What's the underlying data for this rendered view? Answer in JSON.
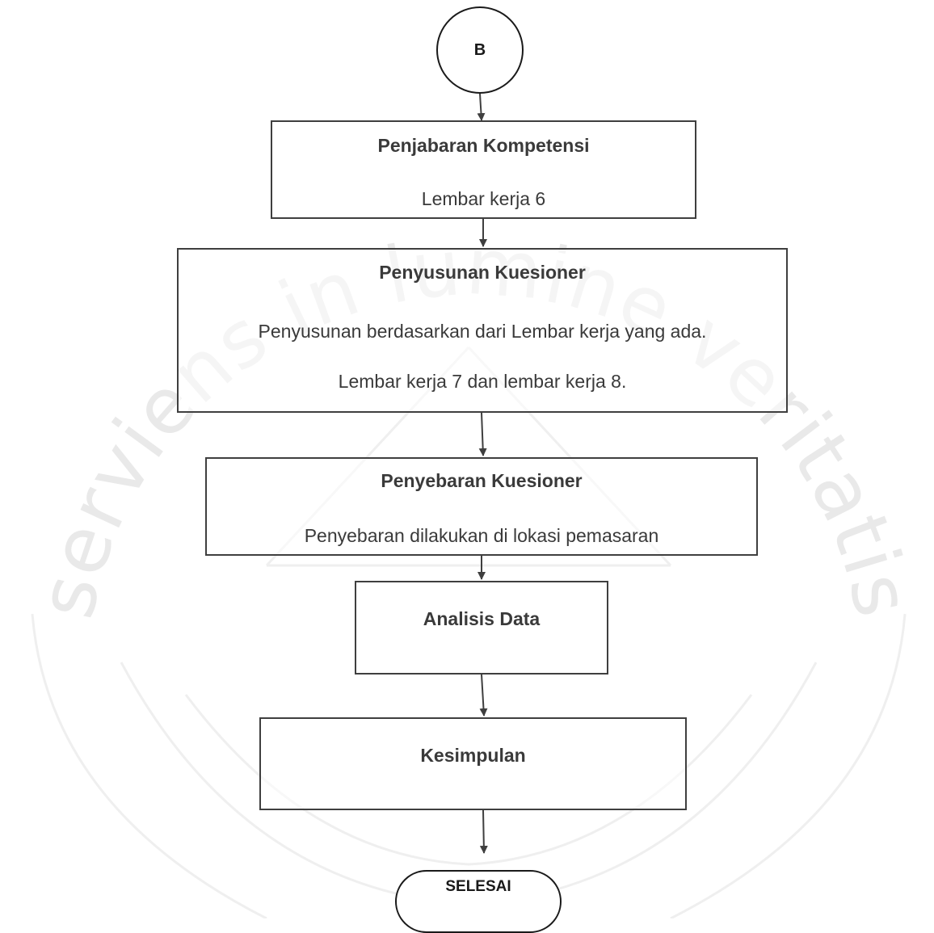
{
  "flowchart": {
    "start_connector": {
      "label": "B"
    },
    "steps": [
      {
        "title": "Penjabaran Kompetensi",
        "lines": [
          "Lembar kerja 6"
        ]
      },
      {
        "title": "Penyusunan Kuesioner",
        "lines": [
          "Penyusunan berdasarkan dari Lembar kerja yang ada.",
          "Lembar kerja 7 dan lembar kerja 8."
        ]
      },
      {
        "title": "Penyebaran Kuesioner",
        "lines": [
          "Penyebaran dilakukan di lokasi pemasaran"
        ]
      },
      {
        "title": "Analisis Data",
        "lines": []
      },
      {
        "title": "Kesimpulan",
        "lines": []
      }
    ],
    "end_terminator": {
      "label": "SELESAI"
    }
  },
  "watermark": {
    "text": "serviens in lumine veritatis",
    "color": "#e9e9e9"
  },
  "colors": {
    "box_border": "#3f3f3f",
    "text": "#3a3a3a",
    "arrow": "#3f3f3f"
  }
}
